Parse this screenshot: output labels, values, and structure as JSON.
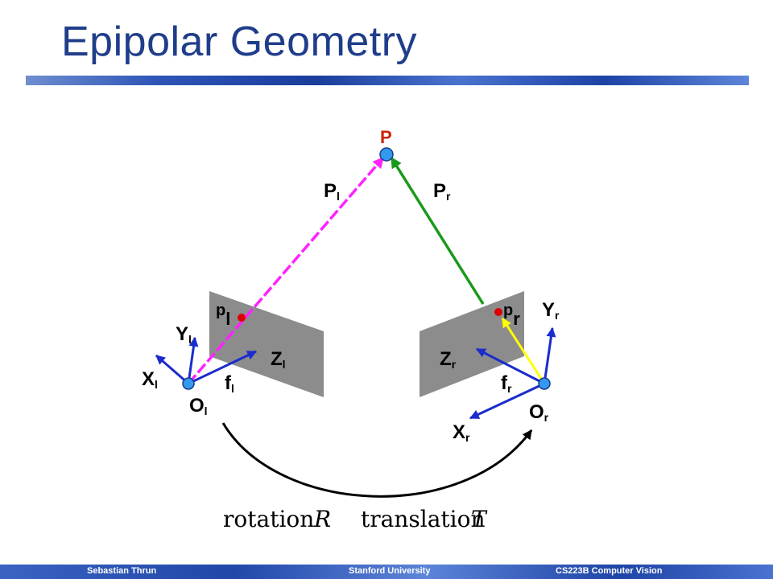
{
  "slide": {
    "title": "Epipolar Geometry"
  },
  "labels": {
    "P": "P",
    "Pl_main": "P",
    "Pl_sub": "l",
    "Pr_main": "P",
    "Pr_sub": "r",
    "pl_main": "p",
    "pl_sub": "l",
    "pr_main": "p",
    "pr_sub": "r",
    "Yl_main": "Y",
    "Yl_sub": "l",
    "Yr_main": "Y",
    "Yr_sub": "r",
    "Xl_main": "X",
    "Xl_sub": "l",
    "Xr_main": "X",
    "Xr_sub": "r",
    "Zl_main": "Z",
    "Zl_sub": "l",
    "Zr_main": "Z",
    "Zr_sub": "r",
    "fl_main": "f",
    "fl_sub": "l",
    "fr_main": "f",
    "fr_sub": "r",
    "Ol_main": "O",
    "Ol_sub": "l",
    "Or_main": "O",
    "Or_sub": "r"
  },
  "transform": {
    "rotation_word": "rotation",
    "rotation_symbol": "R",
    "translation_word": "translation",
    "translation_symbol": "T"
  },
  "colors": {
    "title": "#1f3d8a",
    "point_P": "#cc2200",
    "ray_left": "#ff22ff",
    "ray_right": "#1a9a1a",
    "axes": "#1a2ccc",
    "image_plane": "#8c8c8c",
    "focal_right": "#ffff00",
    "image_point": "#dd0000"
  },
  "footer": {
    "author": "Sebastian Thrun",
    "university": "Stanford University",
    "course": "CS223B Computer Vision"
  }
}
